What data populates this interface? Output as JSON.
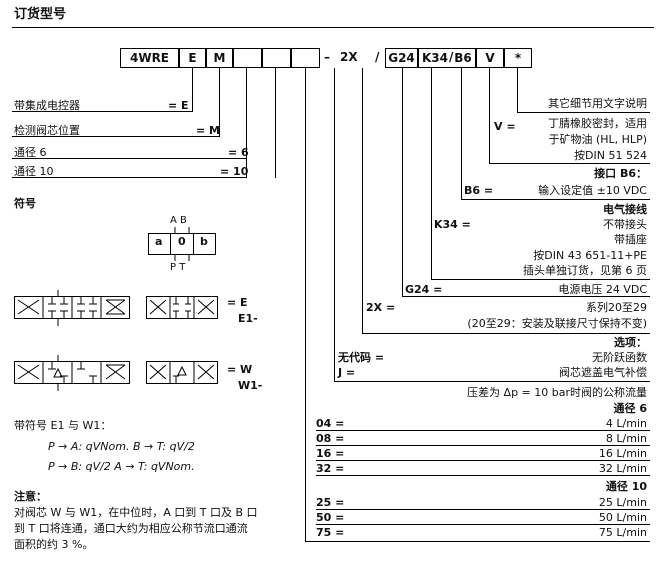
{
  "title": "订货型号",
  "code": [
    "4WRE",
    "E",
    "M",
    "",
    "",
    "",
    "–",
    "2X",
    "/",
    "G24",
    "K34",
    "/",
    "B6",
    "V",
    "*"
  ],
  "left": {
    "e_label": "带集成电控器",
    "e_code": "= E",
    "m_label": "检测阀芯位置",
    "m_code": "= M",
    "ng6_label": "通径 6",
    "ng6_code": "= 6",
    "ng10_label": "通径 10",
    "ng10_code": "= 10",
    "symbols_heading": "符号",
    "sym_ports_top": "A  B",
    "sym_cells": [
      "a",
      "0",
      "b"
    ],
    "sym_ports_bottom": "P  T",
    "e_symbol_label": "= E",
    "e1_symbol_label": "E1-",
    "w_symbol_label": "= W",
    "w1_symbol_label": "W1-",
    "e1w1_note": "带符号 E1 与 W1：",
    "f1": "P → A: qVNom.  B → T: qV/2",
    "f2": "P → B: qV/2   A → T: qVNom.",
    "note_heading": "注意：",
    "note_lines": [
      "对阀芯 W 与 W1，在中位时，A 口到 T 口及 B 口",
      "到 T 口将连通，通口大约为相应公称节流口通流",
      "面积的约 3 %。"
    ]
  },
  "right": {
    "star_lines": [
      "其它细节用文字说明",
      "丁腈橡胶密封，适用",
      "于矿物油 (HL, HLP)",
      "按DIN 51 524"
    ],
    "v_code": "V =",
    "b6_heading": "接口 B6：",
    "b6_code": "B6 =",
    "b6_desc": "输入设定值 ±10 VDC",
    "k34_heading": "电气接线",
    "k34_code": "K34 =",
    "k34_lines": [
      "不带接头",
      "带插座",
      "按DIN 43 651-11+PE",
      "插头单独订货，见第 6 页"
    ],
    "g24_code": "G24 =",
    "g24_desc": "电源电压 24 VDC",
    "x2_code": "2X =",
    "x2_desc": "系列20至29",
    "x2_note": "(20至29：安装及联接尺寸保持不变)",
    "options_heading": "选项：",
    "none_code": "无代码 =",
    "none_desc": "无阶跃函数",
    "j_code": "J =",
    "j_desc": "阀芯遮盖电气补偿",
    "flow_heading": "压差为 Δp = 10 bar时阀的公称流量",
    "ng6_heading": "通径 6",
    "ng6_rows": [
      [
        "04 =",
        "4 L/min"
      ],
      [
        "08 =",
        "8 L/min"
      ],
      [
        "16 =",
        "16 L/min"
      ],
      [
        "32 =",
        "32 L/min"
      ]
    ],
    "ng10_heading": "通径 10",
    "ng10_rows": [
      [
        "25 =",
        "25 L/min"
      ],
      [
        "50 =",
        "50 L/min"
      ],
      [
        "75 =",
        "75 L/min"
      ]
    ]
  }
}
